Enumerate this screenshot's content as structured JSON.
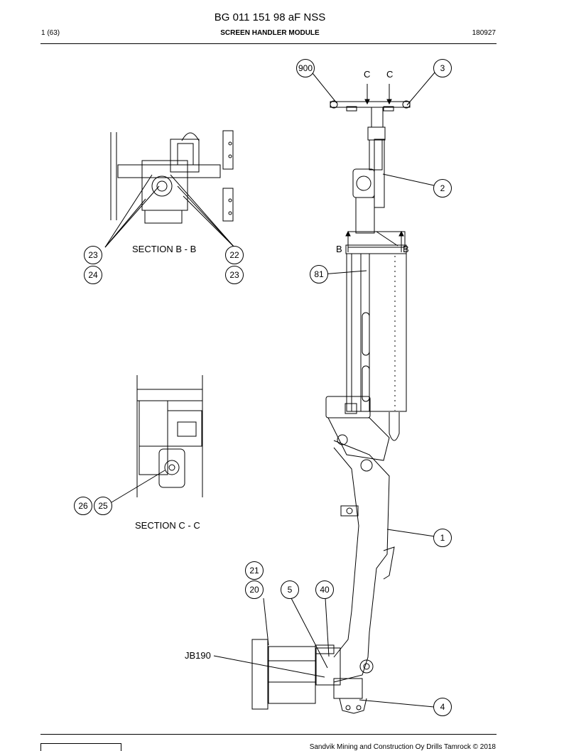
{
  "header": {
    "doc_title": "BG 011 151 98 aF NSS",
    "page": "1 (63)",
    "module": "SCREEN HANDLER MODULE",
    "code": "180927"
  },
  "footer": {
    "copyright": "Sandvik Mining and Construction Oy Drills Tamrock © 2018"
  },
  "drawing": {
    "section_bb_label": "SECTION B - B",
    "section_cc_label": "SECTION C - C",
    "jb_label": "JB190",
    "view_letters": {
      "c1": "C",
      "c2": "C",
      "b1": "B",
      "b2": "B"
    },
    "callouts": {
      "c900": "900",
      "c3": "3",
      "c2": "2",
      "c23a": "23",
      "c22": "22",
      "c24": "24",
      "c23b": "23",
      "c81": "81",
      "c26": "26",
      "c25": "25",
      "c1": "1",
      "c21": "21",
      "c20": "20",
      "c5": "5",
      "c40": "40",
      "c4": "4"
    }
  }
}
